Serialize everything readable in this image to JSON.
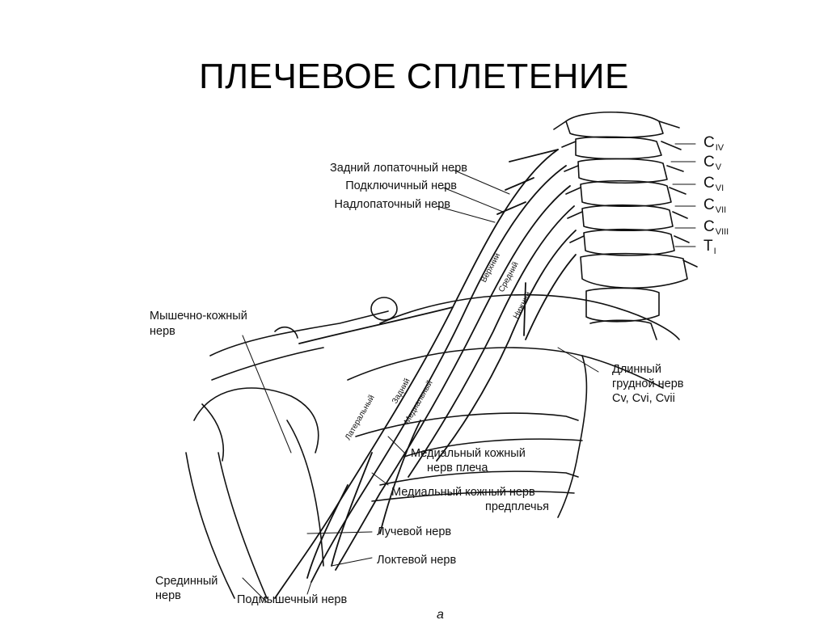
{
  "slide": {
    "title": "ПЛЕЧЕВОЕ СПЛЕТЕНИЕ",
    "figure_mark": "a"
  },
  "vertebrae": [
    {
      "letter": "C",
      "sub": "IV"
    },
    {
      "letter": "C",
      "sub": "V"
    },
    {
      "letter": "C",
      "sub": "VI"
    },
    {
      "letter": "C",
      "sub": "VII"
    },
    {
      "letter": "C",
      "sub": "VIII"
    },
    {
      "letter": "T",
      "sub": "I"
    }
  ],
  "labels": {
    "dorsal_scapular": "Задний лопаточный нерв",
    "subclavian": "Подключичный нерв",
    "suprascapular": "Надлопаточный нерв",
    "musculocutaneous_1": "Мышечно-кожный",
    "musculocutaneous_2": "нерв",
    "long_thoracic_1": "Длинный",
    "long_thoracic_2": "грудной нерв",
    "long_thoracic_3": "Cv, Cvi, Cvii",
    "medial_cut_arm_1": "Медиальный кожный",
    "medial_cut_arm_2": "нерв плеча",
    "medial_cut_forearm_1": "Медиальный кожный нерв",
    "medial_cut_forearm_2": "предплечья",
    "radial": "Лучевой нерв",
    "ulnar": "Локтевой нерв",
    "median_1": "Срединный",
    "median_2": "нерв",
    "axillary": "Подмышечный нерв"
  },
  "trunk_labels": {
    "upper": "Верхний",
    "middle": "Средний",
    "lower": "Нижний",
    "lateral": "Латеральный",
    "posterior": "Задний",
    "medial": "Медиальный"
  }
}
